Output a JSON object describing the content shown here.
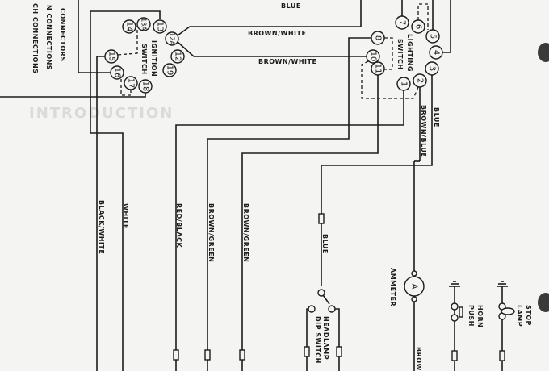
{
  "legend": [
    "CONNECTORS",
    "N CONNECTIONS",
    "CH CONNECTIONS"
  ],
  "ghost_heading": "INTRODUCTION",
  "ignition_switch": {
    "label_1": "IGNITION",
    "label_2": "SWITCH",
    "terminals": [
      "13",
      "13A",
      "14",
      "12A",
      "12",
      "19",
      "15",
      "16",
      "17",
      "18"
    ]
  },
  "lighting_switch": {
    "label_1": "LIGHTING",
    "label_2": "SWITCH",
    "terminals": [
      "7",
      "6",
      "5",
      "4",
      "3",
      "2",
      "1",
      "11",
      "10",
      "8"
    ]
  },
  "wires": {
    "blue_top": "BLUE",
    "brown_white_1": "BROWN/WHITE",
    "brown_white_2": "BROWN/WHITE",
    "blue_right": "BLUE",
    "brown_blue": "BROWN/BLUE",
    "black_white": "BLACK/WHITE",
    "white": "WHITE",
    "red_black": "RED/BLACK",
    "brown_green_1": "BROWN/GREEN",
    "brown_green_2": "BROWN/GREEN",
    "blue_dip": "BLUE",
    "brown_bottom": "BROWN"
  },
  "components": {
    "ammeter_label": "AMMETER",
    "ammeter_symbol": "A",
    "dip_switch_1": "HEADLAMP",
    "dip_switch_2": "DIP SWITCH",
    "horn_1": "HORN",
    "horn_2": "PUSH",
    "stop_1": "STOP",
    "stop_2": "LAMP"
  }
}
